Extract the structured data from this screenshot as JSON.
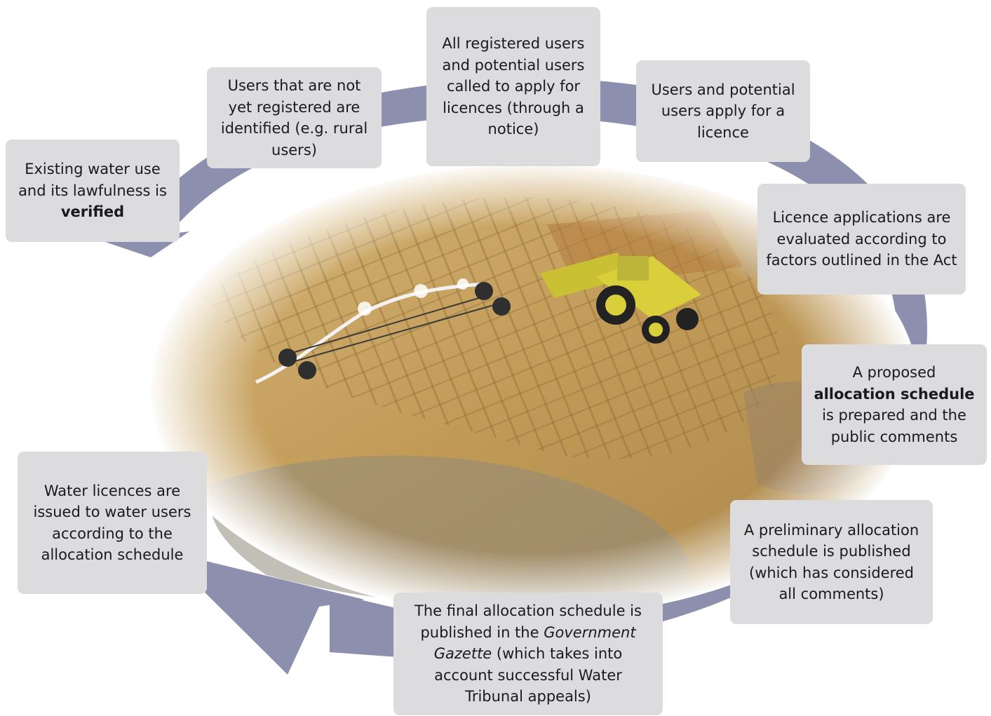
{
  "steps": [
    {
      "id": "verify",
      "pre": "Existing water use and its lawfulness is ",
      "bold": "verified",
      "post": ""
    },
    {
      "id": "identify",
      "text": "Users that are not yet registered are identified (e.g. rural users)"
    },
    {
      "id": "call",
      "text": "All registered users and potential users called to apply for licences (through a notice)"
    },
    {
      "id": "apply",
      "text": "Users and potential users apply for a licence"
    },
    {
      "id": "evaluate",
      "text": "Licence applications are evaluated according to factors outlined in the Act"
    },
    {
      "id": "proposed",
      "pre": "A proposed ",
      "bold": "allocation schedule",
      "post": " is prepared and the public comments"
    },
    {
      "id": "preliminary",
      "text": "A preliminary allocation schedule is published (which has considered all comments)"
    },
    {
      "id": "final",
      "pre": "The final allocation schedule is published in the ",
      "italic": "Government Gazette",
      "post": " (which takes into account successful Water Tribunal appeals)"
    },
    {
      "id": "issue",
      "text": "Water licences are issued to water users according to the allocation schedule"
    }
  ],
  "colors": {
    "arrow": "#8c8fad",
    "box": "#dcdcde",
    "text": "#1a1a1a",
    "field": "#c9a766",
    "field_dark": "#8f6c35",
    "tractor": "#d8cf3a"
  },
  "illustration": {
    "subject": "farmland with center-pivot irrigation and tractor",
    "icons": [
      "irrigation-pivot-icon",
      "tractor-icon"
    ]
  }
}
